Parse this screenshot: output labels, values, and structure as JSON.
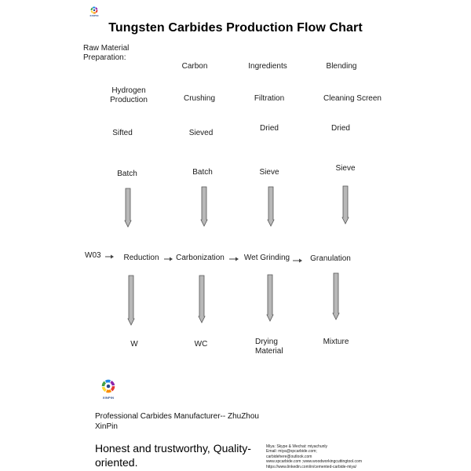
{
  "header": {
    "title": "Tungsten Carbides Production Flow Chart"
  },
  "diagram": {
    "raw_material_label": "Raw Material Preparation:",
    "columns": [
      {
        "top_label": "",
        "steps": [
          "Hydrogen Production",
          "Sifted",
          "Batch"
        ]
      },
      {
        "top_label": "Carbon",
        "steps": [
          "Crushing",
          "Sieved",
          "Batch"
        ]
      },
      {
        "top_label": "Ingredients",
        "steps": [
          "Filtration",
          "Dried",
          "Sieve"
        ]
      },
      {
        "top_label": "Blending",
        "steps": [
          "Cleaning Screen",
          "Dried",
          "Sieve"
        ]
      }
    ],
    "input_label": "W03",
    "processes": [
      "Reduction",
      "Carbonization",
      "Wet Grinding",
      "Granulation"
    ],
    "outputs": [
      "W",
      "WC",
      "Drying Material",
      "Mixture"
    ],
    "arrow_fill": "#b8b8b8",
    "arrow_stroke": "#555555"
  },
  "brand": {
    "logo_text": "XINPIN",
    "tagline": "Professional  Carbides Manufacturer-- ZhuZhou XinPin",
    "slogan": "Honest and trustworthy, Quality-oriented.",
    "contact_lines": [
      "Miya: Skype & Wechat: miyachunly",
      "Email: miya@xpcarbide.com;",
      "carbidehere@outlook.com",
      "www.xpcarbide.com ;www.woodworkingcuttingtool.com",
      "https://www.linkedin.com/in/cemented-carbide-miya/"
    ],
    "logo_colors": [
      "#e53935",
      "#fb8c00",
      "#fdd835",
      "#43a047",
      "#1e88e5",
      "#8e24aa"
    ]
  }
}
